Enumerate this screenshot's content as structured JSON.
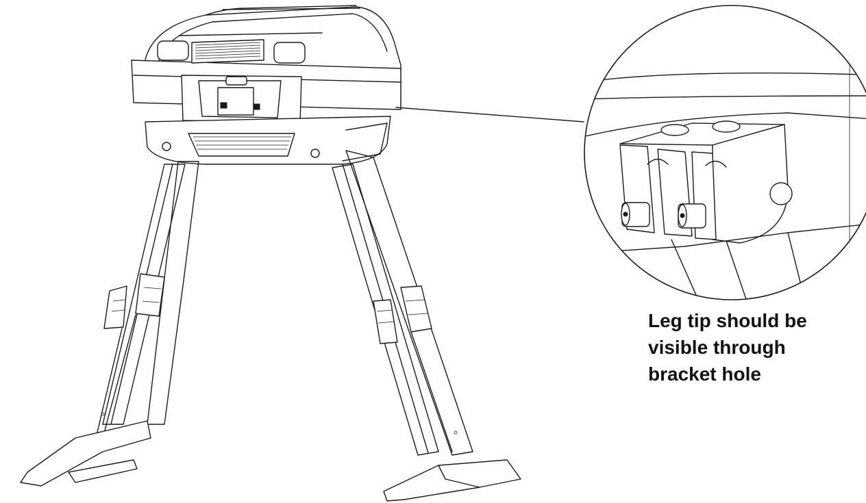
{
  "callout": {
    "lines": [
      "Leg tip should be",
      "visible through",
      "bracket hole"
    ]
  },
  "colors": {
    "line": "#1a1a1a",
    "background": "#ffffff"
  }
}
